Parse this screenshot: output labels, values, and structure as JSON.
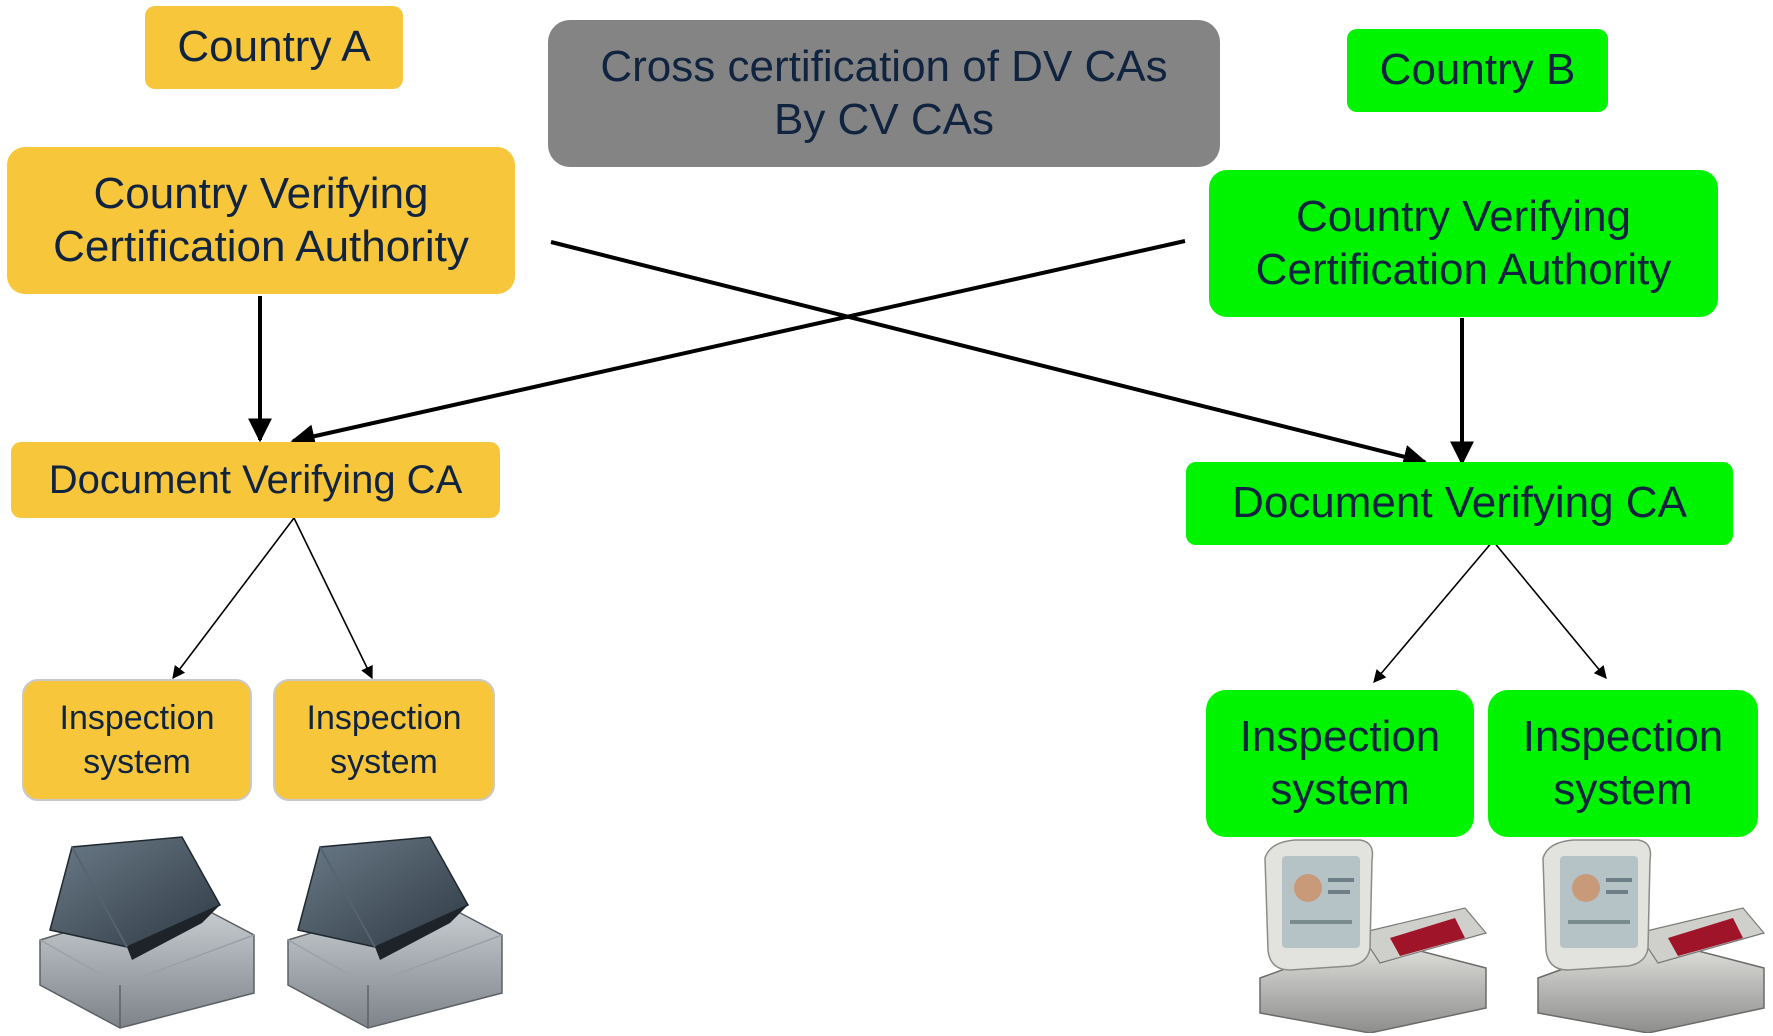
{
  "country_a": {
    "label": "Country A",
    "color": "#f8c63a",
    "cvca": "Country Verifying\nCertification Authority",
    "dvca": "Document Verifying CA",
    "inspection_1": "Inspection\nsystem",
    "inspection_2": "Inspection\nsystem"
  },
  "country_b": {
    "label": "Country B",
    "color": "#00f400",
    "cvca": "Country Verifying\nCertification Authority",
    "dvca": "Document Verifying CA",
    "inspection_1": "Inspection\nsystem",
    "inspection_2": "Inspection\nsystem"
  },
  "cross_cert": {
    "label": "Cross certification of DV CAs\nBy CV CAs",
    "color": "#848484"
  },
  "devices": {
    "country_a": "fingerprint-scanner-icon",
    "country_b": "passport-reader-icon"
  }
}
